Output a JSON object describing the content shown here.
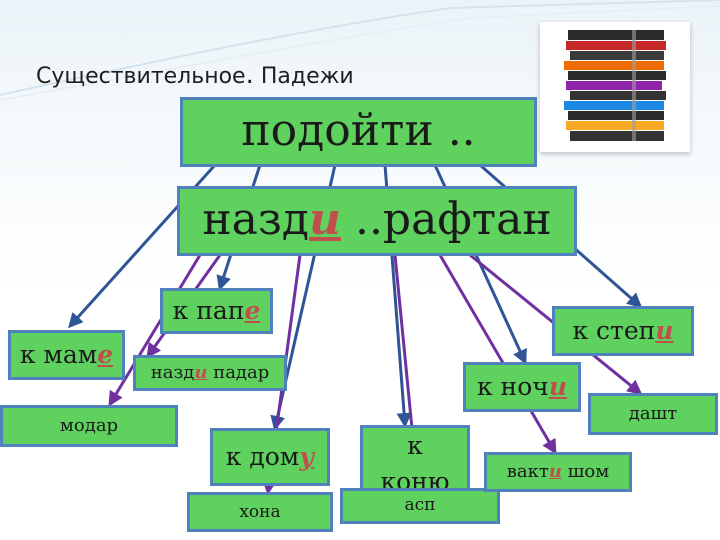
{
  "slide": {
    "title_main": "Существительное",
    "title_sep": ".",
    "title_sub": "Падежи"
  },
  "boxes": {
    "podoyti": "подойти ..",
    "nazdi_prefix": "назд",
    "nazdi_letter": "и",
    "nazdi_suffix": " ..рафтан",
    "k_pape_prefix": "к пап",
    "k_pape_letter": "е",
    "k_mame_prefix": "к мам",
    "k_mame_letter": "е",
    "nazdi_padar_prefix": "назд",
    "nazdi_padar_letter": "и",
    "nazdi_padar_suffix": " падар",
    "modar": "модар",
    "k_domu_prefix": "к дом",
    "k_domu_letter": "у",
    "khona": "хона",
    "k_kone_first": "к",
    "k_kone_second": "коню",
    "asp": "асп",
    "k_nochi_prefix": "к ноч",
    "k_nochi_letter": "и",
    "k_stepi_prefix": "к степ",
    "k_stepi_letter": "и",
    "dasht": "дашт",
    "vakti_prefix": "вакт",
    "vakti_letter": "и",
    "vakti_suffix": " шом"
  },
  "colors": {
    "box_fill": "#5fd15f",
    "box_border": "#4f81bd",
    "arrow_blue": "#2f5597",
    "arrow_purple": "#7030a0",
    "highlight": "#c0504d"
  },
  "image": {
    "name": "stack-of-books-icon"
  }
}
